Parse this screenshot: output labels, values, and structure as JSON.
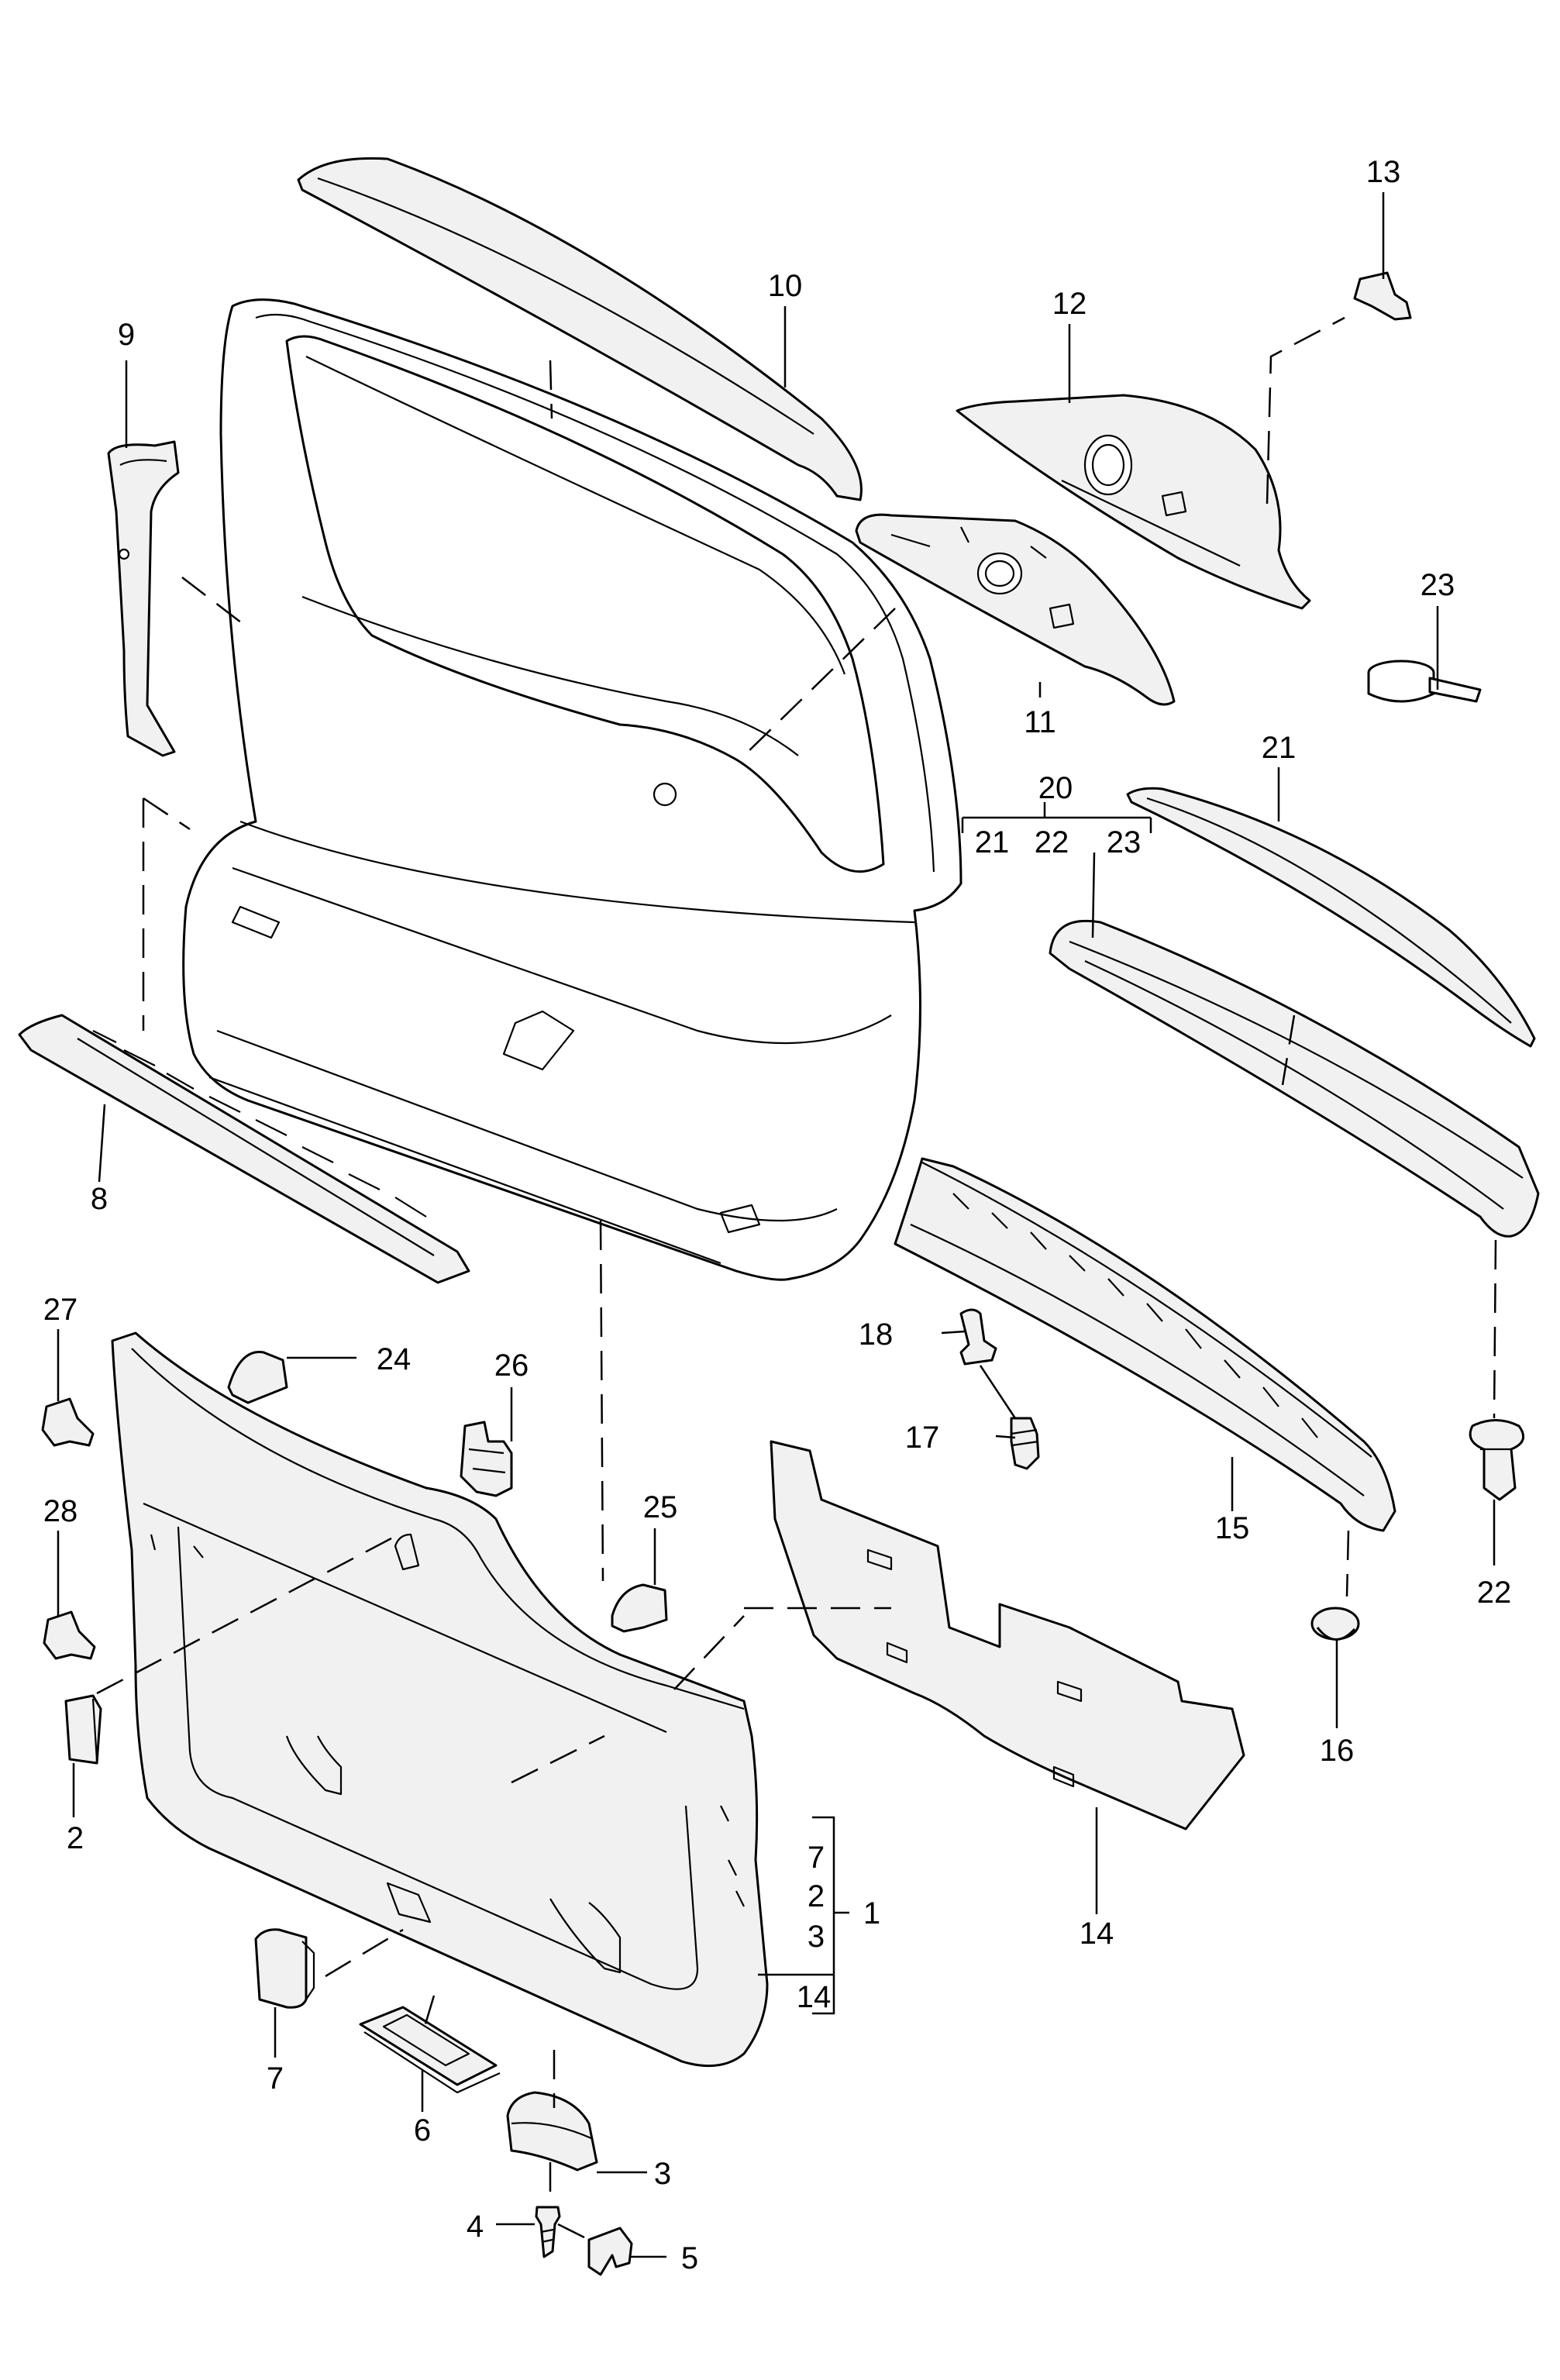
{
  "callouts": {
    "c1": "1",
    "c2a": "2",
    "c2b": "2",
    "c3a": "3",
    "c3b": "3",
    "c4": "4",
    "c5": "5",
    "c6": "6",
    "c7a": "7",
    "c7b": "7",
    "c8": "8",
    "c9": "9",
    "c10": "10",
    "c11": "11",
    "c12": "12",
    "c13": "13",
    "c14a": "14",
    "c14b": "14",
    "c15": "15",
    "c16": "16",
    "c17": "17",
    "c18": "18",
    "c20": "20",
    "c21a": "21",
    "c21b": "21",
    "c22a": "22",
    "c22b": "22",
    "c23a": "23",
    "c23b": "23",
    "c24": "24",
    "c25": "25",
    "c26": "26",
    "c27": "27",
    "c28": "28"
  }
}
